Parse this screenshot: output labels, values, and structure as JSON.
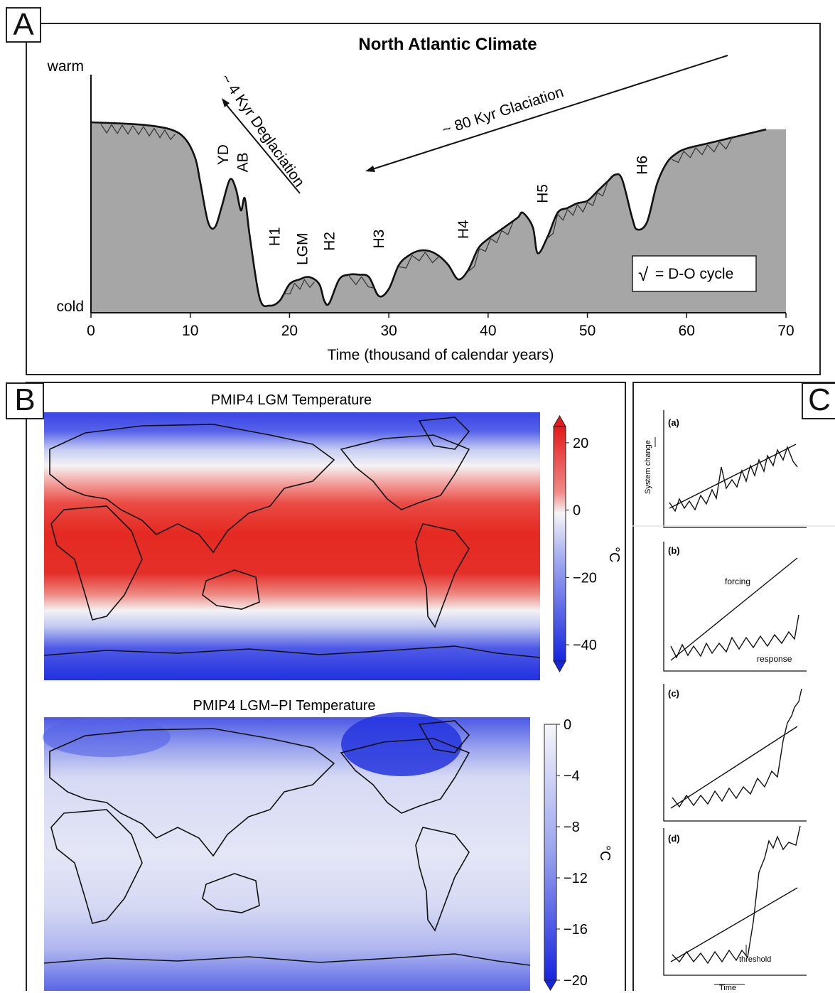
{
  "panels": {
    "a_tag": "A",
    "b_tag": "B",
    "c_tag": "C"
  },
  "panel_a": {
    "title": "North Atlantic Climate",
    "y_top": "warm",
    "y_bottom": "cold",
    "xlabel": "Time (thousand of calendar years)",
    "deglaciation": "~ 4 Kyr Deglaciation",
    "glaciation": "~ 80 Kyr Glaciation",
    "legend": "= D-O cycle",
    "legend_glyph": "√"
  },
  "panel_b": {
    "map1_title": "PMIP4 LGM Temperature",
    "map2_title": "PMIP4 LGM−PI Temperature",
    "unit": "°C"
  },
  "panel_c": {
    "a_label": "(a)",
    "b_label": "(b)",
    "c_label": "(c)",
    "d_label": "(d)",
    "ylabel": "System change",
    "forcing": "forcing",
    "response": "response",
    "threshold": "threshold",
    "xlabel": "Time"
  },
  "colors": {
    "fill": "#a6a6a6",
    "red": "#e52020",
    "blue": "#1f30e0",
    "white": "#f4f4f8"
  },
  "chart_data": [
    {
      "type": "area",
      "title": "North Atlantic Climate",
      "xlabel": "Time (thousand of calendar years)",
      "xlim": [
        0,
        70
      ],
      "xticks": [
        0,
        10,
        20,
        30,
        40,
        50,
        60,
        70
      ],
      "ylim": [
        0,
        1
      ],
      "series": [
        {
          "x": [
            0,
            5,
            8,
            9.5,
            10.5,
            11,
            11.8,
            12.5,
            13.2,
            14,
            14.6,
            15.1,
            15.5,
            16,
            17,
            18,
            19,
            20,
            21,
            22,
            23,
            23.5,
            24,
            25,
            26,
            27,
            28,
            29,
            30,
            31,
            32,
            33,
            34,
            35,
            36,
            37,
            38,
            39,
            40,
            41,
            42,
            43,
            43.5,
            44.5,
            45,
            46,
            47,
            48,
            49,
            50,
            51,
            52,
            52.8,
            53.5,
            54.5,
            55,
            56,
            57,
            58,
            59,
            60,
            62,
            64,
            66,
            68
          ],
          "y": [
            0.8,
            0.79,
            0.77,
            0.73,
            0.65,
            0.55,
            0.38,
            0.36,
            0.45,
            0.56,
            0.52,
            0.43,
            0.48,
            0.32,
            0.06,
            0.03,
            0.05,
            0.12,
            0.14,
            0.15,
            0.12,
            0.05,
            0.04,
            0.14,
            0.16,
            0.16,
            0.15,
            0.07,
            0.1,
            0.2,
            0.24,
            0.26,
            0.26,
            0.24,
            0.2,
            0.14,
            0.18,
            0.27,
            0.31,
            0.34,
            0.37,
            0.4,
            0.42,
            0.36,
            0.25,
            0.32,
            0.42,
            0.44,
            0.46,
            0.47,
            0.51,
            0.55,
            0.58,
            0.56,
            0.4,
            0.35,
            0.38,
            0.54,
            0.63,
            0.67,
            0.69,
            0.71,
            0.73,
            0.75,
            0.77
          ]
        }
      ],
      "annotations": [
        {
          "x": 13.8,
          "y": 0.62,
          "text": "YD"
        },
        {
          "x": 15.8,
          "y": 0.59,
          "text": "AB"
        },
        {
          "x": 19.0,
          "y": 0.28,
          "text": "H1"
        },
        {
          "x": 21.8,
          "y": 0.2,
          "text": "LGM"
        },
        {
          "x": 24.5,
          "y": 0.26,
          "text": "H2"
        },
        {
          "x": 29.5,
          "y": 0.27,
          "text": "H3"
        },
        {
          "x": 38.0,
          "y": 0.31,
          "text": "H4"
        },
        {
          "x": 46.0,
          "y": 0.46,
          "text": "H5"
        },
        {
          "x": 56.0,
          "y": 0.58,
          "text": "H6"
        }
      ]
    },
    {
      "type": "heatmap",
      "title": "PMIP4 LGM Temperature",
      "colorbar_label": "°C",
      "colorbar_ticks": [
        20,
        0,
        -20,
        -40
      ],
      "colorbar_range": [
        -48,
        28
      ]
    },
    {
      "type": "heatmap",
      "title": "PMIP4 LGM−PI Temperature",
      "colorbar_label": "°C",
      "colorbar_ticks": [
        0,
        -4,
        -8,
        -12,
        -16,
        -20
      ],
      "colorbar_range": [
        -20,
        0
      ]
    }
  ]
}
